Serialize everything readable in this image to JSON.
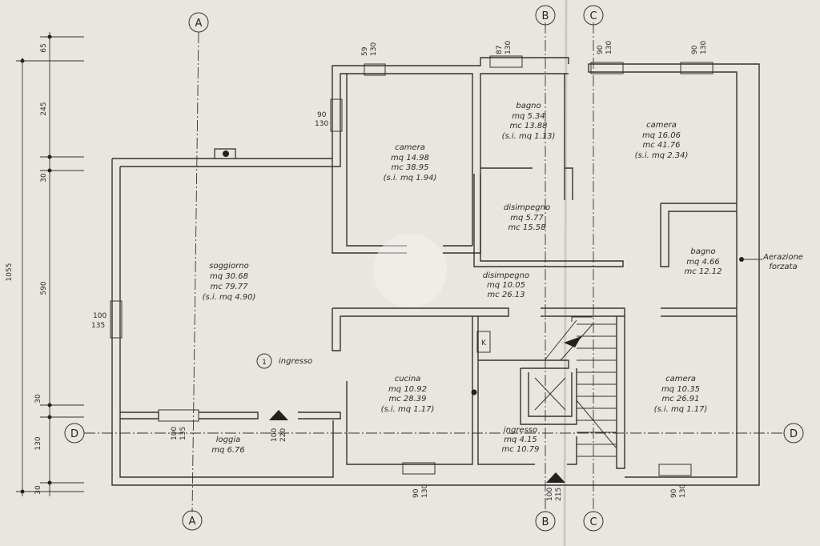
{
  "axes": {
    "A": "A",
    "B": "B",
    "C": "C",
    "D": "D"
  },
  "left_dimensions": {
    "total": "1055",
    "segments": [
      "65",
      "245",
      "30",
      "590",
      "30",
      "130",
      "30"
    ]
  },
  "rooms": {
    "soggiorno": {
      "name": "soggiorno",
      "mq": "mq  30.68",
      "mc": "mc  79.77",
      "si": "(s.i. mq 4.90)"
    },
    "camera_nw": {
      "name": "camera",
      "mq": "mq  14.98",
      "mc": "mc  38.95",
      "si": "(s.i. mq 1.94)"
    },
    "bagno_n": {
      "name": "bagno",
      "mq": "mq  5.34",
      "mc": "mc  13.88",
      "si": "(s.i. mq 1.13)"
    },
    "camera_ne": {
      "name": "camera",
      "mq": "mq  16.06",
      "mc": "mc  41.76",
      "si": "(s.i. mq 2.34)"
    },
    "disimpegno_1": {
      "name": "disimpegno",
      "mq": "mq  5.77",
      "mc": "mc  15.58"
    },
    "disimpegno_2": {
      "name": "disimpegno",
      "mq": "mq  10.05",
      "mc": "mc  26.13"
    },
    "bagno_e": {
      "name": "bagno",
      "mq": "mq  4.66",
      "mc": "mc  12.12"
    },
    "aerazione": {
      "line1": "Aerazione",
      "line2": "forzata"
    },
    "ingresso_1": {
      "number": "1",
      "name": "ingresso"
    },
    "cucina": {
      "name": "cucina",
      "mq": "mq  10.92",
      "mc": "mc  28.39",
      "si": "(s.i. mq 1.17)"
    },
    "ingresso_2": {
      "name": "ingresso",
      "mq": "mq  4.15",
      "mc": "mc  10.79"
    },
    "camera_se": {
      "name": "camera",
      "mq": "mq  10.35",
      "mc": "mc  26.91",
      "si": "(s.i. mq 1.17)"
    },
    "loggia": {
      "name": "loggia",
      "mq": "mq  6.76"
    },
    "k": "K"
  },
  "openings": {
    "w1": [
      "59",
      "130"
    ],
    "w2": [
      "87",
      "130"
    ],
    "w3": [
      "90",
      "130"
    ],
    "w4": [
      "90",
      "130"
    ],
    "w5": [
      "90",
      "130"
    ],
    "w6": [
      "100",
      "135"
    ],
    "w7": [
      "100",
      "135"
    ],
    "w8": [
      "100",
      "220"
    ],
    "w9": [
      "90",
      "130"
    ],
    "w10": [
      "100",
      "215"
    ],
    "w11": [
      "90",
      "130"
    ]
  }
}
